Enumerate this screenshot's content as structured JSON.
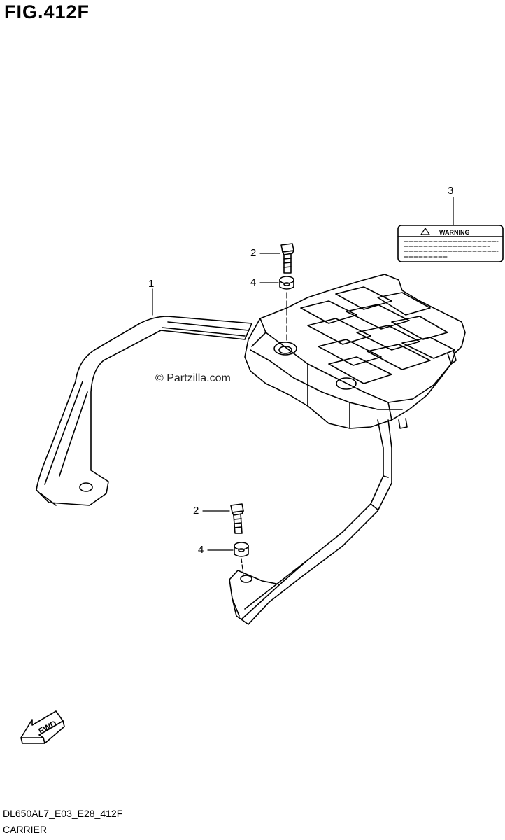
{
  "figure": {
    "title": "FIG.412F",
    "watermark": "© Partzilla.com",
    "footer_code": "DL650AL7_E03_E28_412F",
    "footer_name": "CARRIER"
  },
  "callouts": {
    "part1": "1",
    "part2_top": "2",
    "part2_bottom": "2",
    "part3": "3",
    "part4_top": "4",
    "part4_bottom": "4"
  },
  "label": {
    "warning_text": "WARNING"
  },
  "direction": {
    "fwd_text": "FWD"
  }
}
